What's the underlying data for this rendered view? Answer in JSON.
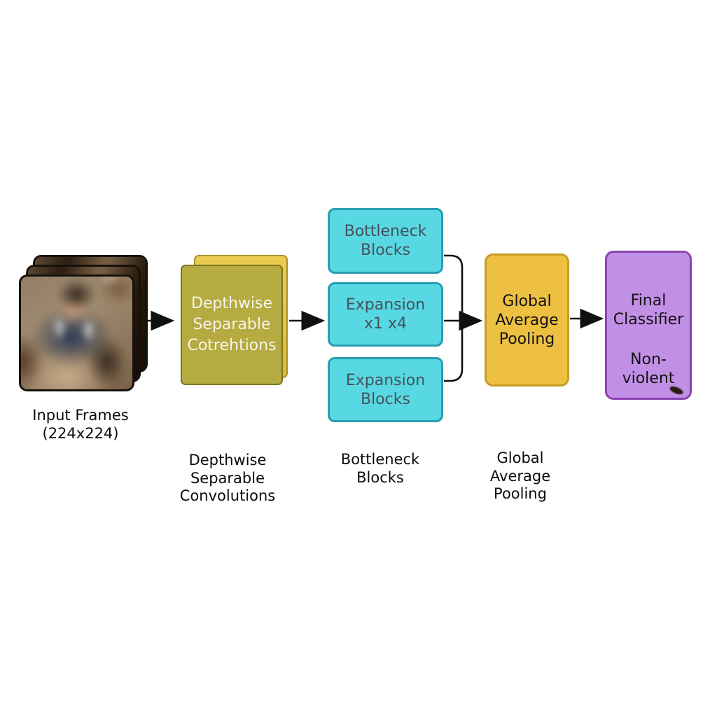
{
  "colors": {
    "background": "#ffffff",
    "cyan_fill": "#58d8e3",
    "cyan_border": "#2a9db1",
    "olive_fill": "#b5ab40",
    "gold_back_fill": "#e8c445",
    "yellow_fill": "#eec042",
    "yellow_border": "#c89b27",
    "purple_fill": "#c28fe6",
    "purple_border": "#8b44b2",
    "arrow": "#101010"
  },
  "input": {
    "caption": [
      "Input Frames",
      "(224x224)"
    ]
  },
  "dsc": {
    "box": [
      "Depthwise",
      "Separable",
      "Cotrehtions"
    ],
    "caption": [
      "Depthwise",
      "Separable",
      "Convolutions"
    ]
  },
  "bottleneck": {
    "box_top": [
      "Bottleneck",
      "Blocks"
    ],
    "box_mid": [
      "Expansion",
      "x1 x4"
    ],
    "box_bottom": [
      "Expansion",
      "Blocks"
    ],
    "caption": [
      "Bottleneck",
      "Blocks"
    ]
  },
  "gap": {
    "box": [
      "Global",
      "Average",
      "Pooling"
    ],
    "caption": [
      "Global",
      "Average",
      "Pooling"
    ]
  },
  "classifier": {
    "box": [
      "Final",
      "Classifier"
    ],
    "result": [
      "Non-",
      "violent"
    ]
  }
}
